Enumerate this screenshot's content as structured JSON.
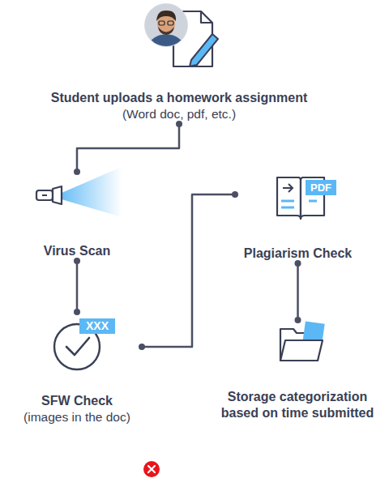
{
  "diagram": {
    "nodes": [
      {
        "text": [
          "Student uploads a homework assignment",
          "(Word doc, pdf, etc.)"
        ]
      },
      {
        "text": [
          "Virus Scan"
        ]
      },
      {
        "text": [
          "SFW Check",
          "(images in the doc)"
        ]
      },
      {
        "text": [
          "Plagiarism Check"
        ]
      },
      {
        "text": [
          "Storage categorization based on time submitted"
        ]
      }
    ],
    "edges": [
      {
        "from": 0,
        "to": 1,
        "arrow": "none"
      },
      {
        "from": 1,
        "to": 2,
        "arrow": "none"
      },
      {
        "from": 2,
        "to": 3,
        "arrow": "none"
      },
      {
        "from": 3,
        "to": 4,
        "arrow": "none"
      }
    ],
    "labels": [
      "XXX",
      "PDF"
    ]
  }
}
